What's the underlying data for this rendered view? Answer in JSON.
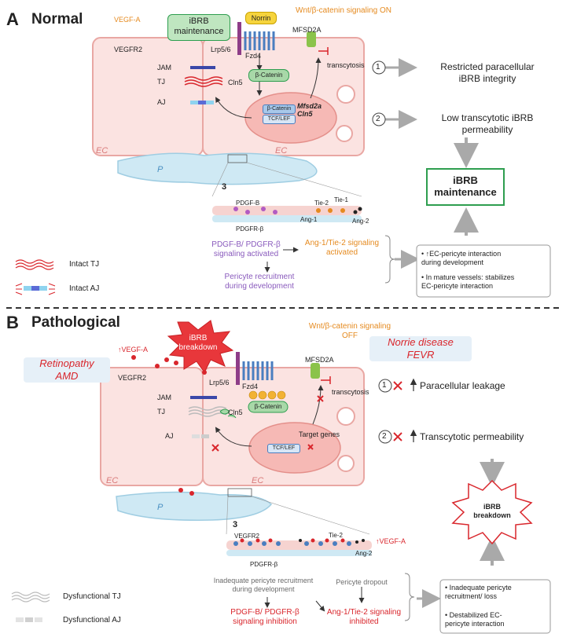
{
  "panel_a": {
    "letter": "A",
    "title": "Normal",
    "vegfa": "VEGF-A",
    "vegfr2": "VEGFR2",
    "ibrb_badge": "iBRB maintenance",
    "norrin": "Norrin",
    "wnt": "Wnt/β-catenin signaling ON",
    "mfsd2a": "MFSD2A",
    "lrp": "Lrp5/6",
    "fzd4": "Fzd4",
    "transcytosis": "transcytosis",
    "jam": "JAM",
    "tj": "TJ",
    "cln5": "Cln5",
    "aj": "AJ",
    "bcatenin": "β-Catenin",
    "nuc_bcatenin": "β-Catenin",
    "tcf": "TCF/LEF",
    "targets": "Mfsd2a\nCln5",
    "ec1": "EC",
    "ec2": "EC",
    "p": "P",
    "step1": "1",
    "step2": "2",
    "step3": "3",
    "out1": "Restricted paracellular\niBRB integrity",
    "out2": "Low transcytotic iBRB\npermeability",
    "maintenance": "iBRB\nmaintenance",
    "pdgfb": "PDGF-B",
    "pdgfrb": "PDGFR-β",
    "tie2": "Tie-2",
    "tie1": "Tie-1",
    "ang1": "Ang-1",
    "ang2": "Ang-2",
    "pdgf_sig": "PDGF-B/ PDGFR-β\nsignaling activated",
    "ang_sig": "Ang-1/Tie-2 signaling\nactivated",
    "recruit": "Pericyte recruitment\nduring development",
    "bullet1": "EC-pericyte interaction\nduring development",
    "bullet2": "In mature vessels: stabilizes\nEC-pericyte interaction",
    "legend_tj": "Intact TJ",
    "legend_aj": "Intact AJ"
  },
  "panel_b": {
    "letter": "B",
    "title": "Pathological",
    "vegfa": "VEGF-A",
    "breakdown_burst": "iBRB\nbreakdown",
    "wnt": "Wnt/β-catenin signaling\nOFF",
    "norrie": "Norrie disease\nFEVR",
    "retinopathy": "Retinopathy\nAMD",
    "vegfr2": "VEGFR2",
    "lrp": "Lrp5/6",
    "fzd4": "Fzd4",
    "mfsd2a": "MFSD2A",
    "transcytosis": "transcytosis",
    "jam": "JAM",
    "tj": "TJ",
    "cln5": "Cln5",
    "aj": "AJ",
    "bcatenin": "β-Catenin",
    "p_label": "P",
    "target_genes": "Target genes",
    "tcf": "TCF/LEF",
    "ec1": "EC",
    "ec2": "EC",
    "p": "P",
    "step1": "1",
    "step2": "2",
    "step3": "3",
    "out1": "Paracellular leakage",
    "out2": "Transcytotic permeability",
    "breakdown": "iBRB\nbreakdown",
    "vegfr2_b": "VEGFR2",
    "tie2": "Tie-2",
    "vegfa_b": "VEGF-A",
    "ang2": "Ang-2",
    "pdgfrb": "PDGFR-β",
    "inadequate": "Inadequate pericyte recruitment\nduring development",
    "dropout": "Pericyte dropout",
    "pdgf_inh": "PDGF-B/ PDGFR-β\nsignaling inhibition",
    "ang_inh": "Ang-1/Tie-2 signaling\ninhibited",
    "bullet1": "Inadequate pericyte\nrecruitment/ loss",
    "bullet2": "Destabilized EC-\npericyte interaction",
    "legend_tj": "Dysfunctional TJ",
    "legend_aj": "Dysfunctional AJ"
  },
  "colors": {
    "cell": "#fbe3e1",
    "cell_border": "#e9a7a3",
    "pericyte": "#cfe9f4",
    "green": "#2e9e4f",
    "red": "#d9262c",
    "orange": "#e58a1f",
    "purple": "#8a5bbd",
    "arrow": "#a9a9a9"
  }
}
